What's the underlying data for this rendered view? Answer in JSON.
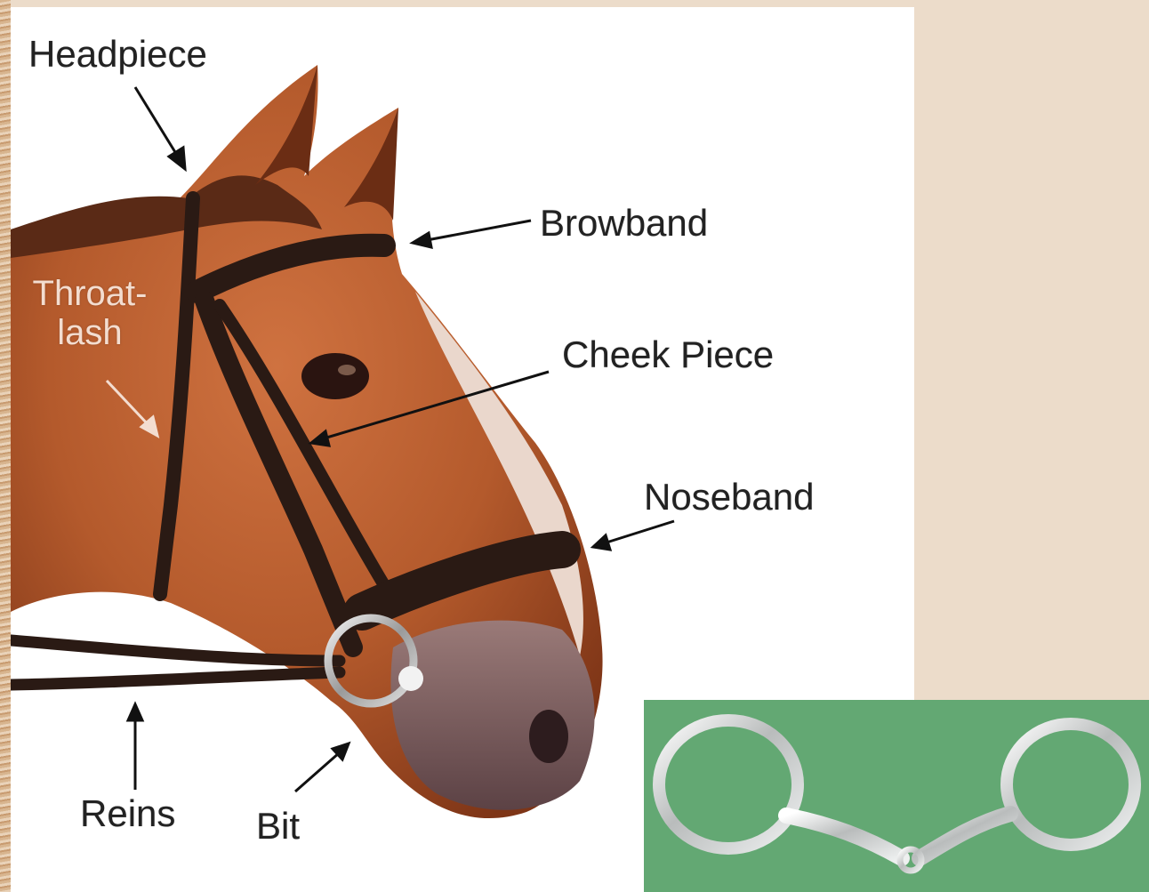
{
  "labels": {
    "headpiece": "Headpiece",
    "browband": "Browband",
    "throatlash_line1": "Throat-",
    "throatlash_line2": "lash",
    "cheek_piece": "Cheek Piece",
    "noseband": "Noseband",
    "reins": "Reins",
    "bit": "Bit"
  },
  "colors": {
    "page_background": "#ecdcca",
    "photo_background": "#ffffff",
    "inset_background": "#63a873",
    "horse_coat": "#b45a2c",
    "leather": "#2a1a14",
    "label_text": "#222222",
    "throatlash_label": "#f3ddd0"
  },
  "images": {
    "main": "horse-head-bridle-photo",
    "inset": "eggbutt-snaffle-bit-photo"
  }
}
